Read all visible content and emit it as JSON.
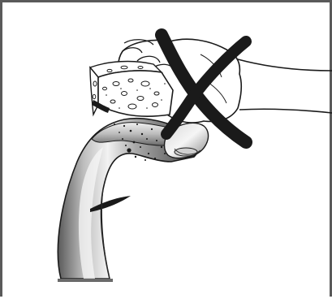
{
  "figure": {
    "kind": "warning-pictogram",
    "subject": "faucet-cleaning-do-not-use-abrasive-sponge",
    "prohibition_mark": "cross-x",
    "colors": {
      "line": "#1a1a1a",
      "frame": "#5a5a5a",
      "chrome_dark": "#4d4d4d",
      "chrome_mid": "#9c9c9c",
      "chrome_light": "#e6e6e6",
      "background": "#ffffff"
    }
  }
}
